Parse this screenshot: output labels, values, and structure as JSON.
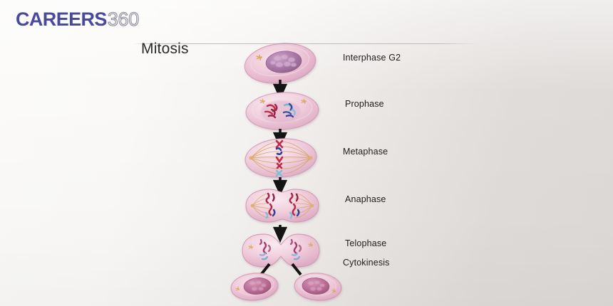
{
  "logo": {
    "brand_primary": "CAREERS",
    "brand_secondary": "360",
    "primary_color": "#4a4a9c",
    "secondary_outline_color": "#8e8e9e"
  },
  "diagram": {
    "title": "Mitosis",
    "type": "biological-process-flow",
    "orientation": "vertical",
    "stages": [
      {
        "key": "interphase_g2",
        "label": "Interphase G2",
        "index": 1,
        "shape": "single oval cell",
        "description": "Intact nucleus with dispersed chromatin; centrosome at cell edge",
        "cell_color": "#edc9d7",
        "nucleus_color": "#a878a8",
        "has_nucleus": true,
        "has_spindle": false,
        "chromosome_colors": []
      },
      {
        "key": "prophase",
        "label": "Prophase",
        "index": 2,
        "shape": "single oval cell",
        "description": "Chromosomes condense; nuclear envelope breaking down",
        "cell_color": "#eec6d6",
        "nucleus_color": "#d8aec4",
        "has_nucleus": true,
        "has_spindle": false,
        "chromosome_colors": [
          "#c0294a",
          "#3a4fa0",
          "#7fc4dd",
          "#8e2b50"
        ]
      },
      {
        "key": "metaphase",
        "label": "Metaphase",
        "index": 3,
        "shape": "single oval cell with spindle",
        "description": "Chromosomes aligned on the metaphase plate between two spindle poles",
        "cell_color": "#eec6d6",
        "nucleus_color": null,
        "has_nucleus": false,
        "has_spindle": true,
        "spindle_color": "#d8a86a",
        "chromosome_colors": [
          "#c0294a",
          "#3a4fa0",
          "#c0294a",
          "#7fc4dd"
        ]
      },
      {
        "key": "anaphase",
        "label": "Anaphase",
        "index": 4,
        "shape": "elongated cell, slight constriction",
        "description": "Sister chromatids pulled to opposite poles",
        "cell_color": "#edc6d5",
        "nucleus_color": null,
        "has_nucleus": false,
        "has_spindle": true,
        "spindle_color": "#d8a86a",
        "chromosome_colors": [
          "#a8284c",
          "#3a4fa0",
          "#7fc4dd",
          "#c0294a"
        ]
      },
      {
        "key": "telophase",
        "label": "Telophase",
        "index": 5,
        "shape": "two-lobed cell with cleavage furrow",
        "description": "Cleavage furrow forms; chromosomes decondense in two new nuclei",
        "cell_color": "#edc6d5",
        "nucleus_color": null,
        "has_nucleus": false,
        "has_spindle": false,
        "chromosome_colors": [
          "#a8507c",
          "#8fb4dc",
          "#b0688c"
        ]
      },
      {
        "key": "cytokinesis",
        "label": "Cytokinesis",
        "index": 6,
        "shape": "two separate daughter cells",
        "description": "Cytoplasm divides producing two identical daughter cells",
        "cell_color": "#eec9d7",
        "nucleus_color": "#b5679a",
        "has_nucleus": true,
        "has_spindle": false,
        "chromosome_colors": []
      }
    ],
    "connector_arrows": {
      "count": 5,
      "style": "solid black downward arrow",
      "color": "#141414",
      "split_at": "telophase",
      "split_branches": 2
    }
  }
}
